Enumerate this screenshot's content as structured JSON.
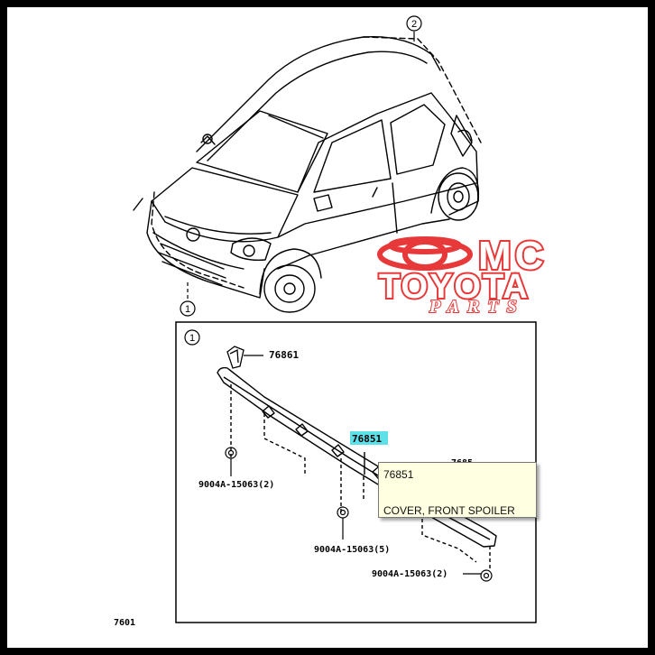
{
  "callouts": {
    "top_1": "1",
    "top_2": "2",
    "panel_1": "1"
  },
  "parts": {
    "p76861": "76861",
    "p76851": "76851",
    "fastener_left": "9004A-15063(2)",
    "fastener_middle": "9004A-15063(5)",
    "fastener_right": "9004A-15063(2)",
    "catalog_ref": "7601"
  },
  "tooltip": {
    "part_no": "76851",
    "description": "COVER, FRONT SPOILER"
  },
  "logo": {
    "line1": "MC",
    "line2": "TOYOTA",
    "line3": "PARTS"
  },
  "colors": {
    "frame": "#000000",
    "logo_red": "#e8393a",
    "highlight": "#5ee0e8",
    "tooltip_bg": "#ffffe1"
  }
}
